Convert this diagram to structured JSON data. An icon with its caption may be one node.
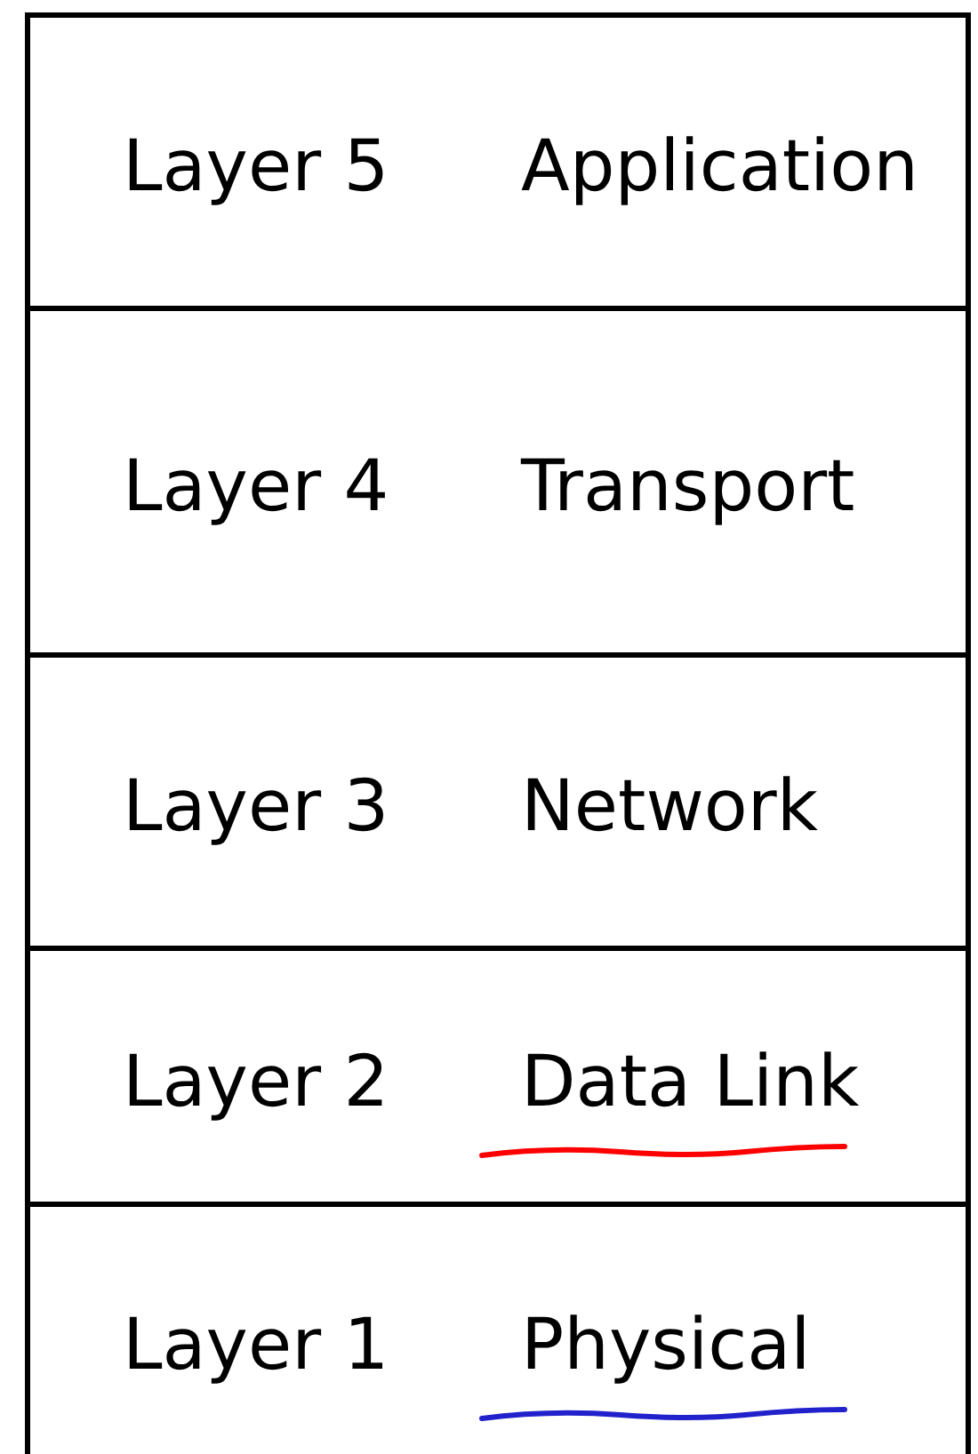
{
  "diagram": {
    "nodes": [
      {
        "text": [
          "Layer 5",
          "Application"
        ]
      },
      {
        "text": [
          "Layer 4",
          "Transport"
        ]
      },
      {
        "text": [
          "Layer 3",
          "Network"
        ]
      },
      {
        "text": [
          "Layer 2",
          "Data Link"
        ]
      },
      {
        "text": [
          "Layer 1",
          "Physical"
        ]
      }
    ]
  }
}
